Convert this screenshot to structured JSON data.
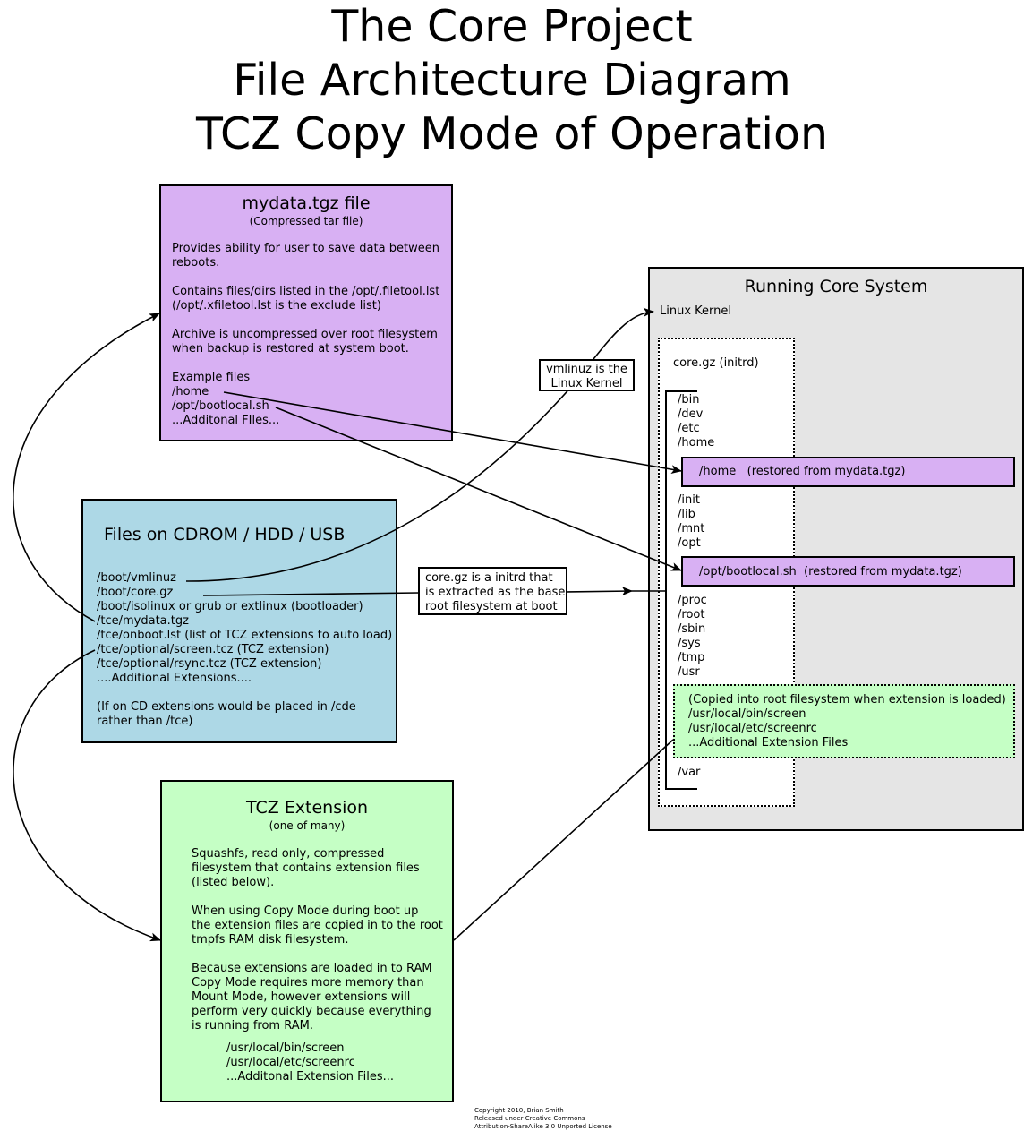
{
  "title": {
    "line1": "The Core Project",
    "line2": "File Architecture Diagram",
    "line3": "TCZ Copy Mode of Operation"
  },
  "mydata": {
    "heading": "mydata.tgz file",
    "subheading": "(Compressed tar file)",
    "para1": [
      "Provides ability for user to save data between",
      "reboots."
    ],
    "para2": [
      "Contains files/dirs listed in the /opt/.filetool.lst",
      "(/opt/.xfiletool.lst is the exclude list)"
    ],
    "para3": [
      "Archive is uncompressed over root filesystem",
      "when backup is restored at system boot."
    ],
    "examples_label": "Example files",
    "examples": [
      "/home",
      "/opt/bootlocal.sh",
      "...Additonal FIles..."
    ]
  },
  "cdrom": {
    "heading": "Files on CDROM / HDD / USB",
    "files": [
      "/boot/vmlinuz",
      "/boot/core.gz",
      "/boot/isolinux or grub or extlinux (bootloader)",
      "/tce/mydata.tgz",
      "/tce/onboot.lst (list of TCZ extensions to auto load)",
      "/tce/optional/screen.tcz (TCZ extension)",
      "/tce/optional/rsync.tcz (TCZ extension)",
      "....Additional Extensions...."
    ],
    "note": [
      "(If on CD extensions would be placed in /cde",
      "rather than /tce)"
    ]
  },
  "tcz": {
    "heading": "TCZ Extension",
    "subheading": "(one of many)",
    "para1": [
      "Squashfs, read only, compressed",
      "filesystem that contains extension files",
      "(listed below)."
    ],
    "para2": [
      "When using Copy Mode during boot up",
      "the extension files are copied in to the root",
      "tmpfs RAM disk filesystem."
    ],
    "para3": [
      "Because extensions are loaded in to RAM",
      "Copy Mode requires more memory than",
      "Mount Mode, however extensions will",
      "perform very quickly because everything",
      "is running from RAM."
    ],
    "files": [
      "/usr/local/bin/screen",
      "/usr/local/etc/screenrc",
      "...Additonal Extension Files..."
    ]
  },
  "running": {
    "heading": "Running Core System",
    "kernel": "Linux Kernel",
    "initrd_label": "core.gz (initrd)",
    "dirs_top": [
      "/bin",
      "/dev",
      "/etc",
      "/home"
    ],
    "home_restored": "/home   (restored from mydata.tgz)",
    "dirs_mid": [
      "/init",
      "/lib",
      "/mnt",
      "/opt"
    ],
    "bootlocal_restored": "/opt/bootlocal.sh  (restored from mydata.tgz)",
    "dirs_low": [
      "/proc",
      "/root",
      "/sbin",
      "/sys",
      "/tmp",
      "/usr"
    ],
    "copied": [
      "(Copied into root filesystem when extension is loaded)",
      "/usr/local/bin/screen",
      "/usr/local/etc/screenrc",
      "...Additional Extension Files"
    ],
    "dir_var": "/var"
  },
  "callouts": {
    "vmlinuz": [
      "vmlinuz is the",
      "Linux Kernel"
    ],
    "coregz": [
      "core.gz is a initrd that",
      "is extracted as the base",
      "root filesystem at boot"
    ]
  },
  "copyright": [
    "Copyright 2010, Brian Smith",
    "Released under Creative Commons",
    "Attribution-ShareAlike 3.0 Unported License"
  ],
  "colors": {
    "purple": "#d8b0f3",
    "blue": "#add8e6",
    "green": "#c5ffc5",
    "gray": "#e5e5e5"
  }
}
